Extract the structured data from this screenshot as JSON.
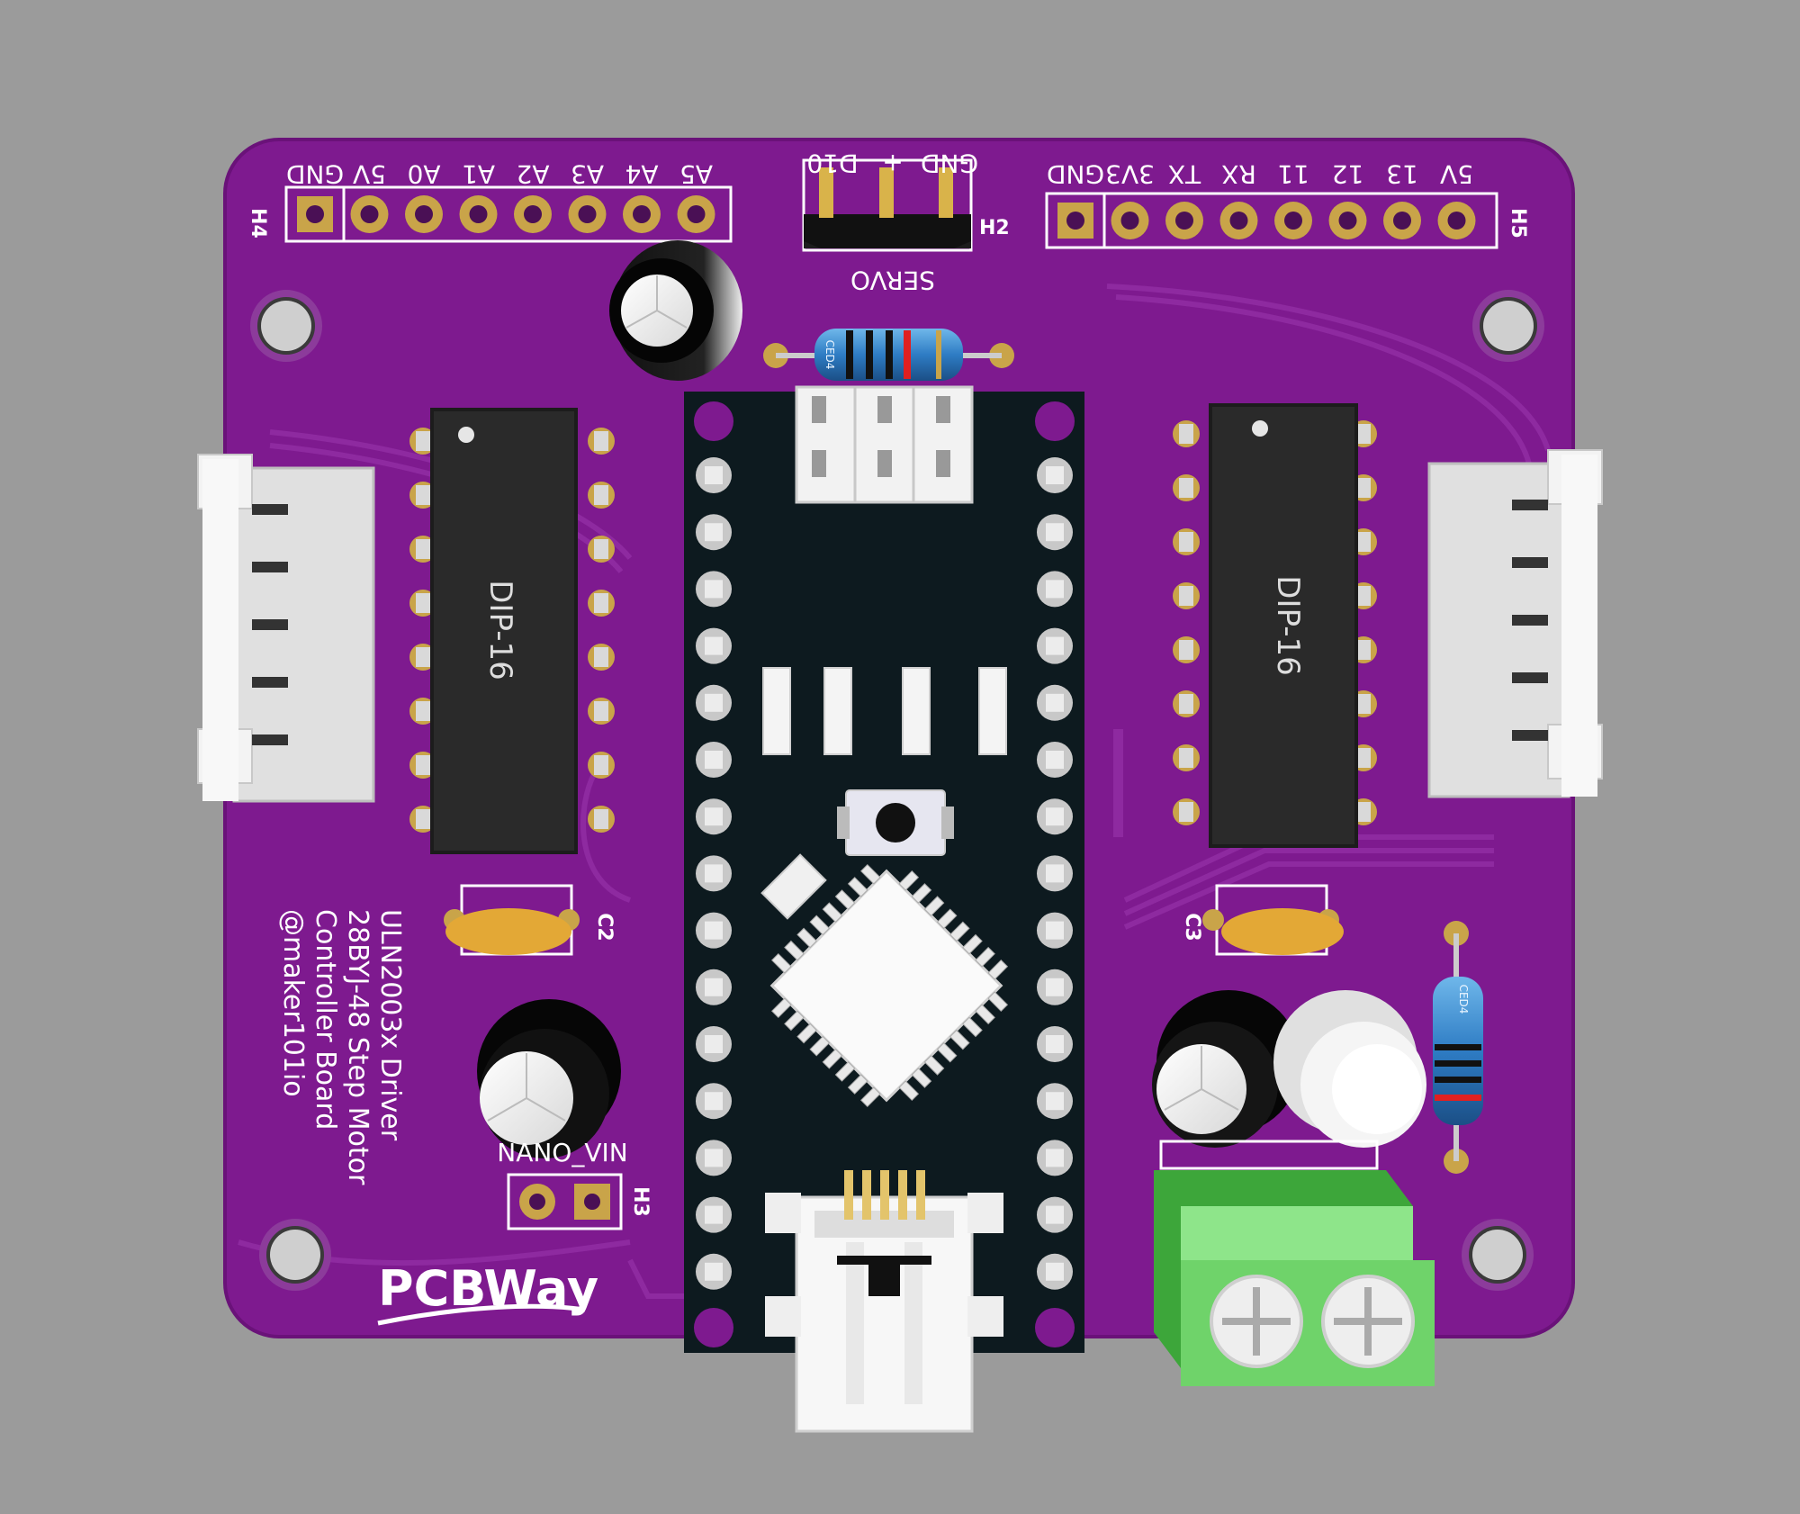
{
  "header_h4": {
    "ref": "H4",
    "pins": [
      "GND",
      "5V",
      "A0",
      "A1",
      "A2",
      "A3",
      "A4",
      "A5"
    ]
  },
  "header_h2": {
    "ref": "H2",
    "pins": [
      "D10",
      "+",
      "GND"
    ],
    "label": "SERVO"
  },
  "header_h5": {
    "ref": "H5",
    "pins": [
      "GND",
      "3V3",
      "TX",
      "RX",
      "11",
      "12",
      "13",
      "5V"
    ]
  },
  "ic_left": {
    "label": "DIP-16"
  },
  "ic_right": {
    "label": "DIP-16"
  },
  "cap_c2": {
    "ref": "C2"
  },
  "cap_c3": {
    "ref": "C3"
  },
  "header_h3": {
    "ref": "H3",
    "label": "NANO_VIN"
  },
  "board_text": {
    "line1": "ULN2003x Driver",
    "line2": "28BYJ-48 Step Motor",
    "line3": "Controller Board",
    "line4": "@maker101io"
  },
  "logo": {
    "text": "PCBWay"
  },
  "resistor_marking": "CED4",
  "colors": {
    "background": "#9b9b9b",
    "pcb": "#7e1a8f",
    "pad": "#c9a449",
    "silk": "#ffffff",
    "nano": "#0d1a1f",
    "terminal": "#6fd36a"
  }
}
